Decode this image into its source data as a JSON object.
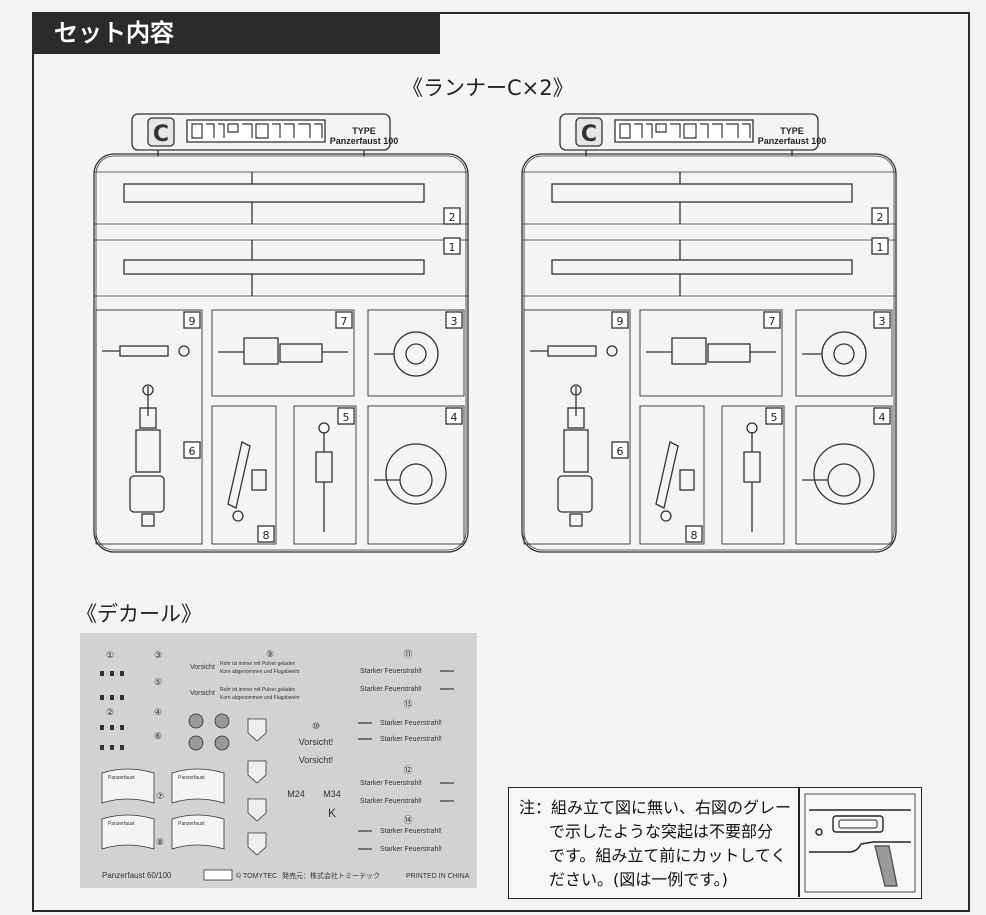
{
  "header": {
    "title": "セット内容"
  },
  "runner_section": {
    "title": "《ランナーC×2》"
  },
  "runner": {
    "letter": "C",
    "type_label": "TYPE",
    "type_name": "Panzerfaust 100",
    "part_numbers": [
      "2",
      "1",
      "9",
      "7",
      "3",
      "6",
      "5",
      "4",
      "8"
    ]
  },
  "decal_section": {
    "title": "《デカール》"
  },
  "decal": {
    "nums": [
      "①",
      "②",
      "③",
      "④",
      "⑤",
      "⑥",
      "⑦",
      "⑧",
      "⑨",
      "⑩",
      "⑪",
      "⑫",
      "⑬",
      "⑭"
    ],
    "vorsicht": "Vorsicht",
    "fine_text_1": "Rohr ist immer mit Pulver geladen",
    "fine_text_2": "Korn abgenommen und Flugabwehr",
    "vorsicht_big": "Vorsicht!",
    "starker": "Starker Feuerstrahl!",
    "m24": "M24",
    "m34": "M34",
    "k": "K",
    "panzerfaust": "Panzerfaust",
    "bottom_name": "Panzerfaust 60/100",
    "tomytec": "© TOMYTEC",
    "seller": "発売元：株式会社トミーテック",
    "printed": "PRINTED IN CHINA"
  },
  "note": {
    "lines": [
      "注：組み立て図に無い、右図のグレー",
      "で示したような突起は不要部分",
      "です。組み立て前にカットしてく",
      "ださい。(図は一例です。)"
    ]
  },
  "colors": {
    "dark": "#2b2b2b",
    "decal_bg": "#d2d2d0",
    "gray_part": "#9a9a9a"
  }
}
